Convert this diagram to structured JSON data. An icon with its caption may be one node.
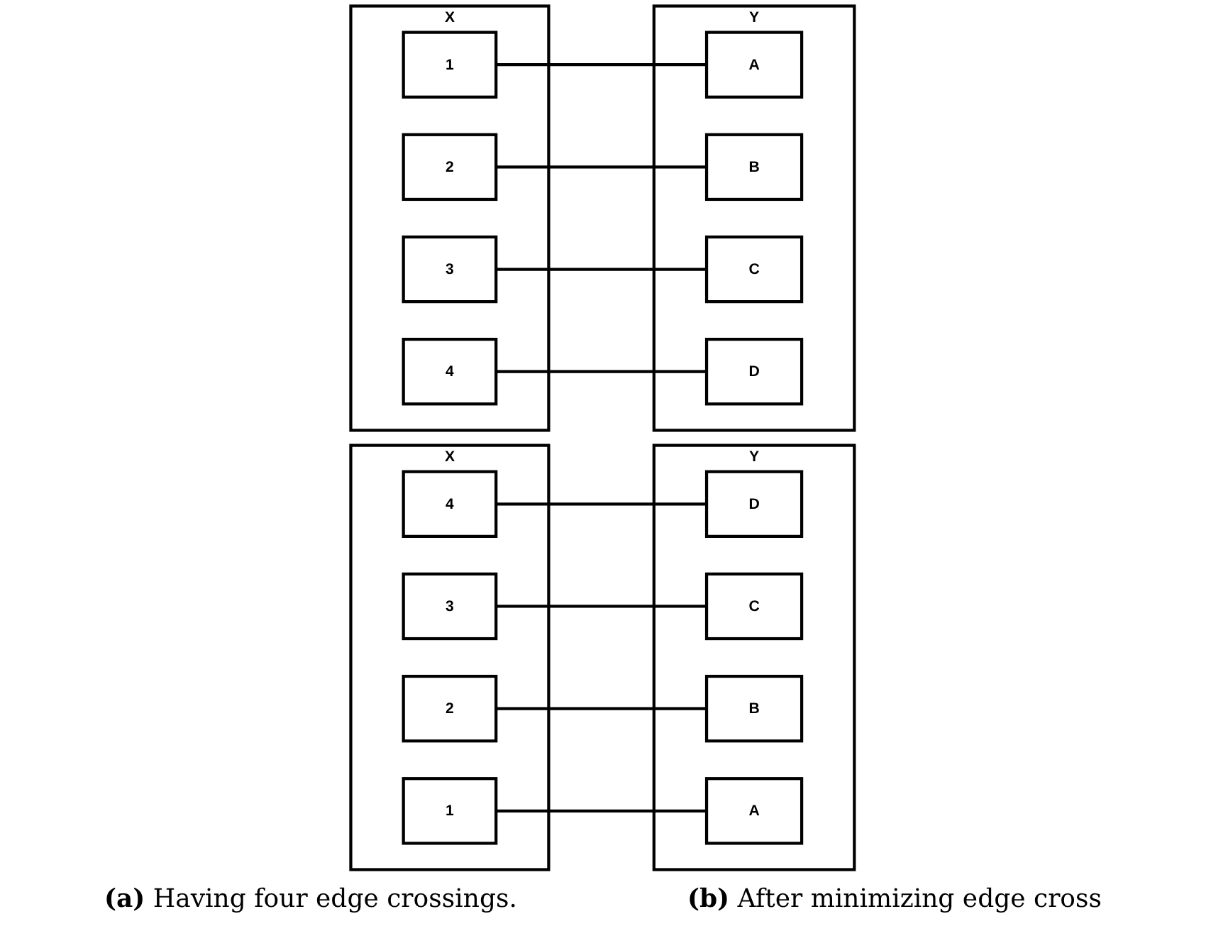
{
  "diagram": {
    "nodes": [
      {
        "text": [
          "X"
        ]
      },
      {
        "text": [
          "1"
        ],
        "in": 0
      },
      {
        "text": [
          "2"
        ],
        "in": 0
      },
      {
        "text": [
          "3"
        ],
        "in": 0
      },
      {
        "text": [
          "4"
        ],
        "in": 0
      },
      {
        "text": [
          "Y"
        ]
      },
      {
        "text": [
          "D"
        ],
        "in": 5
      },
      {
        "text": [
          "C"
        ],
        "in": 5
      },
      {
        "text": [
          "B"
        ],
        "in": 5
      },
      {
        "text": [
          "A"
        ],
        "in": 5
      },
      {
        "text": [
          "X"
        ]
      },
      {
        "text": [
          "1"
        ],
        "in": 10
      },
      {
        "text": [
          "2"
        ],
        "in": 10
      },
      {
        "text": [
          "3"
        ],
        "in": 10
      },
      {
        "text": [
          "4"
        ],
        "in": 10
      },
      {
        "text": [
          "Y"
        ]
      },
      {
        "text": [
          "A"
        ],
        "in": 15
      },
      {
        "text": [
          "B"
        ],
        "in": 15
      },
      {
        "text": [
          "C"
        ],
        "in": 15
      },
      {
        "text": [
          "D"
        ],
        "in": 15
      }
    ],
    "edges": [
      {
        "from": 1,
        "to": 9,
        "arrow": "none"
      },
      {
        "from": 2,
        "to": 8,
        "arrow": "none"
      },
      {
        "from": 3,
        "to": 7,
        "arrow": "none"
      },
      {
        "from": 4,
        "to": 6,
        "arrow": "none"
      },
      {
        "from": 11,
        "to": 16,
        "arrow": "none"
      },
      {
        "from": 12,
        "to": 17,
        "arrow": "none"
      },
      {
        "from": 13,
        "to": 18,
        "arrow": "none"
      },
      {
        "from": 14,
        "to": 19,
        "arrow": "none"
      }
    ],
    "labels": [
      "**(a)** Having four edge crossings.",
      "**(b)** After minimizing edge cross"
    ]
  }
}
